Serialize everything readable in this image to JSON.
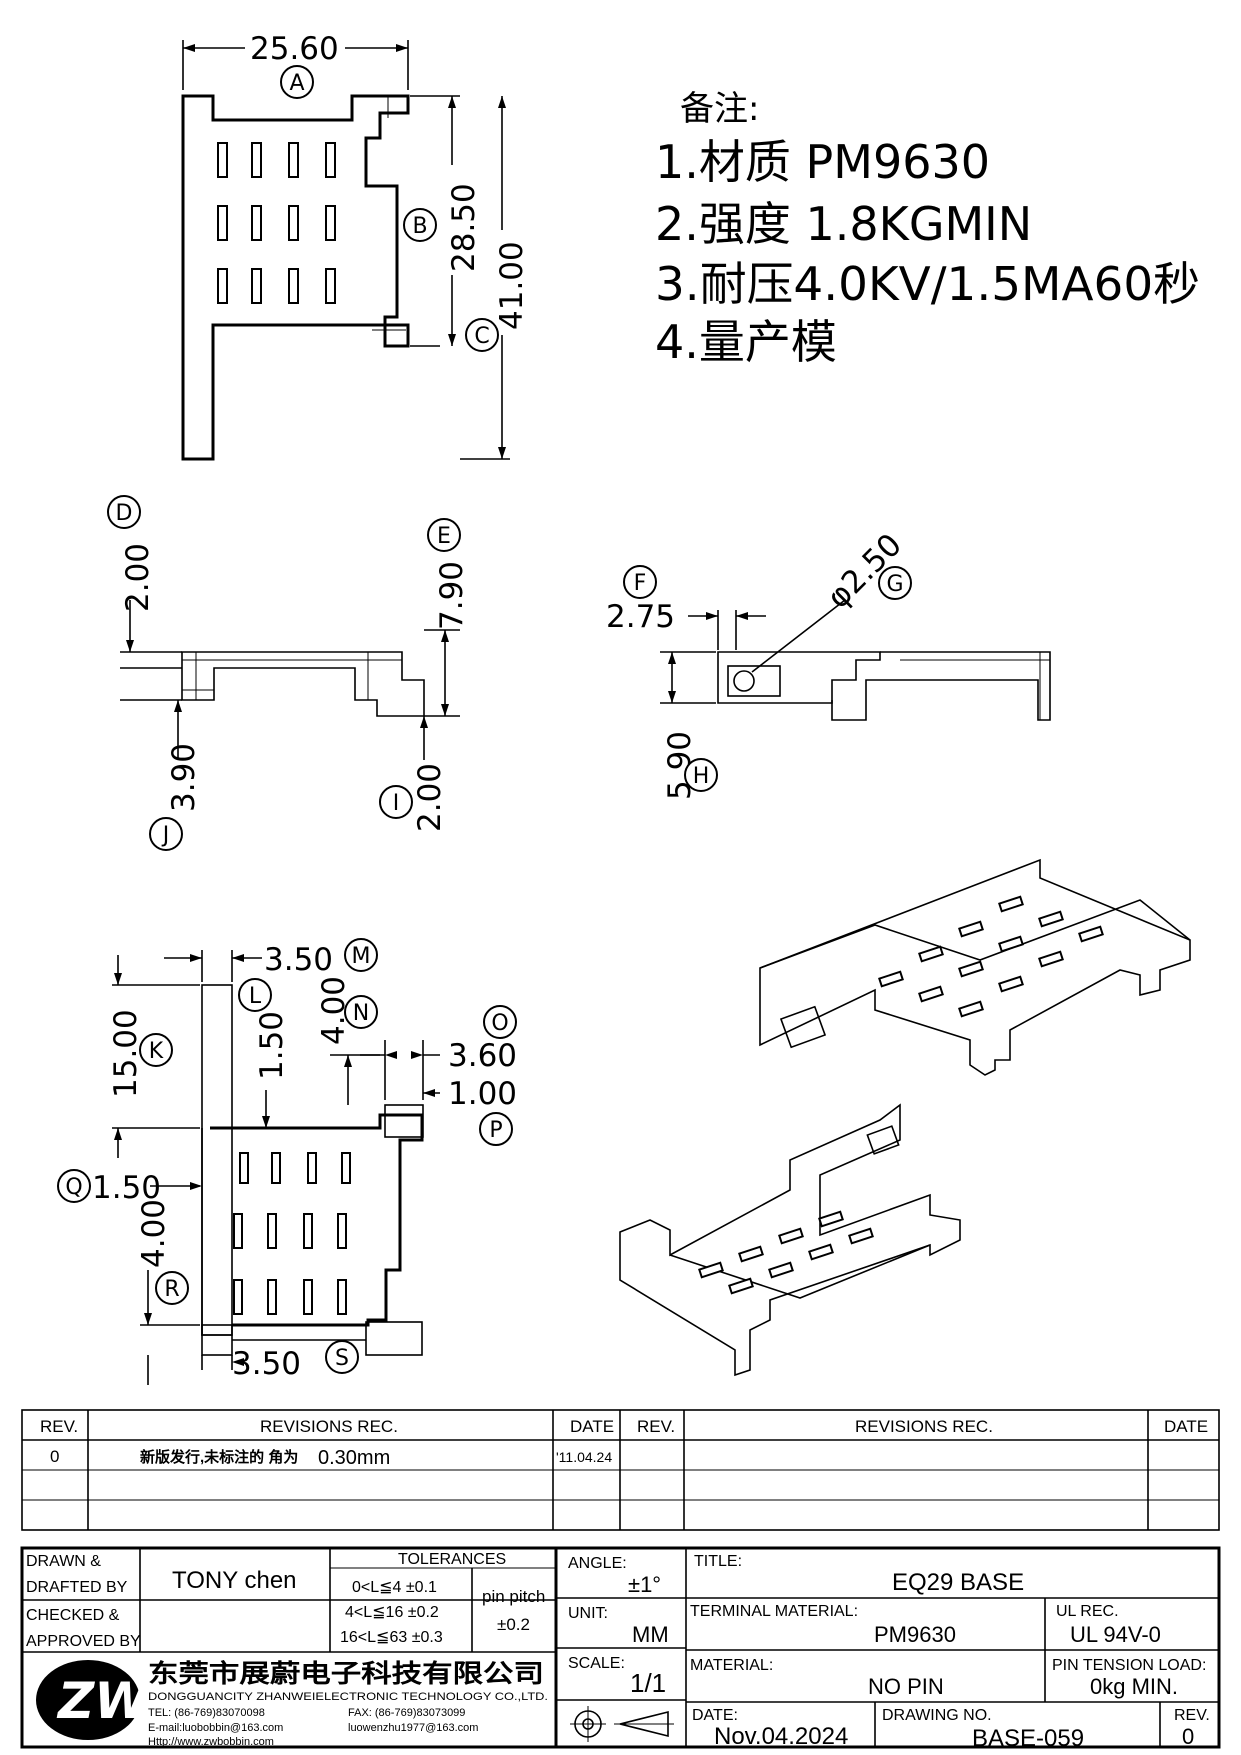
{
  "notes": {
    "heading": "备注:",
    "items": [
      "1.材质 PM9630",
      "2.强度 1.8KGMIN",
      "3.耐压4.0KV/1.5MA60秒",
      "4.量产模"
    ]
  },
  "dims": {
    "A": "25.60",
    "B": "28.50",
    "total_h": "41.00",
    "D": "2.00",
    "E": "7.90",
    "J": "3.90",
    "I": "2.00",
    "F": "2.75",
    "G": "φ2.50",
    "H": "5.90",
    "M": "3.50",
    "K": "15.00",
    "L": "1.50",
    "N": "4.00",
    "O": "3.60",
    "P": "1.00",
    "Q": "1.50",
    "R": "4.00",
    "S": "3.50"
  },
  "labels": [
    "A",
    "B",
    "C",
    "D",
    "E",
    "F",
    "G",
    "H",
    "I",
    "J",
    "K",
    "L",
    "M",
    "N",
    "O",
    "P",
    "Q",
    "R",
    "S"
  ],
  "revisions": {
    "headers": {
      "rev": "REV.",
      "rec": "REVISIONS   REC.",
      "date": "DATE"
    },
    "rows": [
      {
        "rev": "0",
        "rec": "新版发行,未标注的 角为",
        "rec_value": "0.30mm",
        "date": "'11.04.24"
      }
    ]
  },
  "title_block": {
    "drawn_label": "DRAWN &",
    "drafted_label": "DRAFTED BY",
    "drawn_by": "TONY chen",
    "checked_label": "CHECKED &",
    "approved_label": "APPROVED BY",
    "tolerances_label": "TOLERANCES",
    "tol_rows": [
      "0<L≦4   ±0.1",
      "4<L≦16  ±0.2",
      "16<L≦63  ±0.3"
    ],
    "pin_pitch_label": "pin pitch",
    "pin_pitch_value": "±0.2",
    "angle_label": "ANGLE:",
    "angle_value": "±1°",
    "unit_label": "UNIT:",
    "unit_value": "MM",
    "scale_label": "SCALE:",
    "scale_value": "1/1",
    "title_label": "TITLE:",
    "title_value": "EQ29  BASE",
    "terminal_label": "TERMINAL MATERIAL:",
    "terminal_value": "PM9630",
    "ul_label": "UL REC.",
    "ul_value": "UL 94V-0",
    "material_label": "MATERIAL:",
    "material_value": "NO PIN",
    "pin_tension_label": "PIN TENSION LOAD:",
    "pin_tension_value": "0kg  MIN.",
    "date_label": "DATE:",
    "date_value": "Nov.04.2024",
    "drawing_no_label": "DRAWING NO.",
    "drawing_no_value": "BASE-059",
    "rev_label": "REV.",
    "rev_value": "0",
    "company_cn": "东莞市展蔚电子科技有限公司",
    "company_en": "DONGGUANCITY ZHANWEIELECTRONIC TECHNOLOGY CO.,LTD.",
    "tel": "TEL: (86-769)83070098",
    "fax": "FAX: (86-769)83073099",
    "email1": "E-mail:luobobbin@163.com",
    "email2": "luowenzhu1977@163.com",
    "http": "Http://www.zwbobbin.com"
  }
}
